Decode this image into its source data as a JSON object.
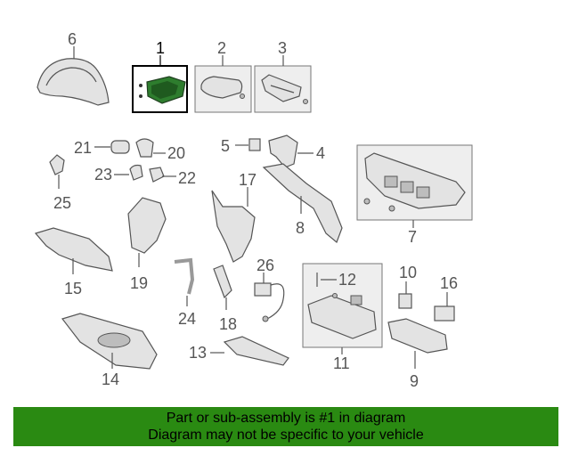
{
  "callouts": {
    "n1": "1",
    "n2": "2",
    "n3": "3",
    "n4": "4",
    "n5": "5",
    "n6": "6",
    "n7": "7",
    "n8": "8",
    "n9": "9",
    "n10": "10",
    "n11": "11",
    "n12": "12",
    "n13": "13",
    "n14": "14",
    "n15": "15",
    "n16": "16",
    "n17": "17",
    "n18": "18",
    "n19": "19",
    "n20": "20",
    "n21": "21",
    "n22": "22",
    "n23": "23",
    "n24": "24",
    "n25": "25",
    "n26": "26"
  },
  "highlight_color": "#2e7d2e",
  "banner": {
    "line1": "Part or sub-assembly is #1 in diagram",
    "line2": "Diagram may not be specific to your vehicle",
    "color": "#2a8a12"
  }
}
